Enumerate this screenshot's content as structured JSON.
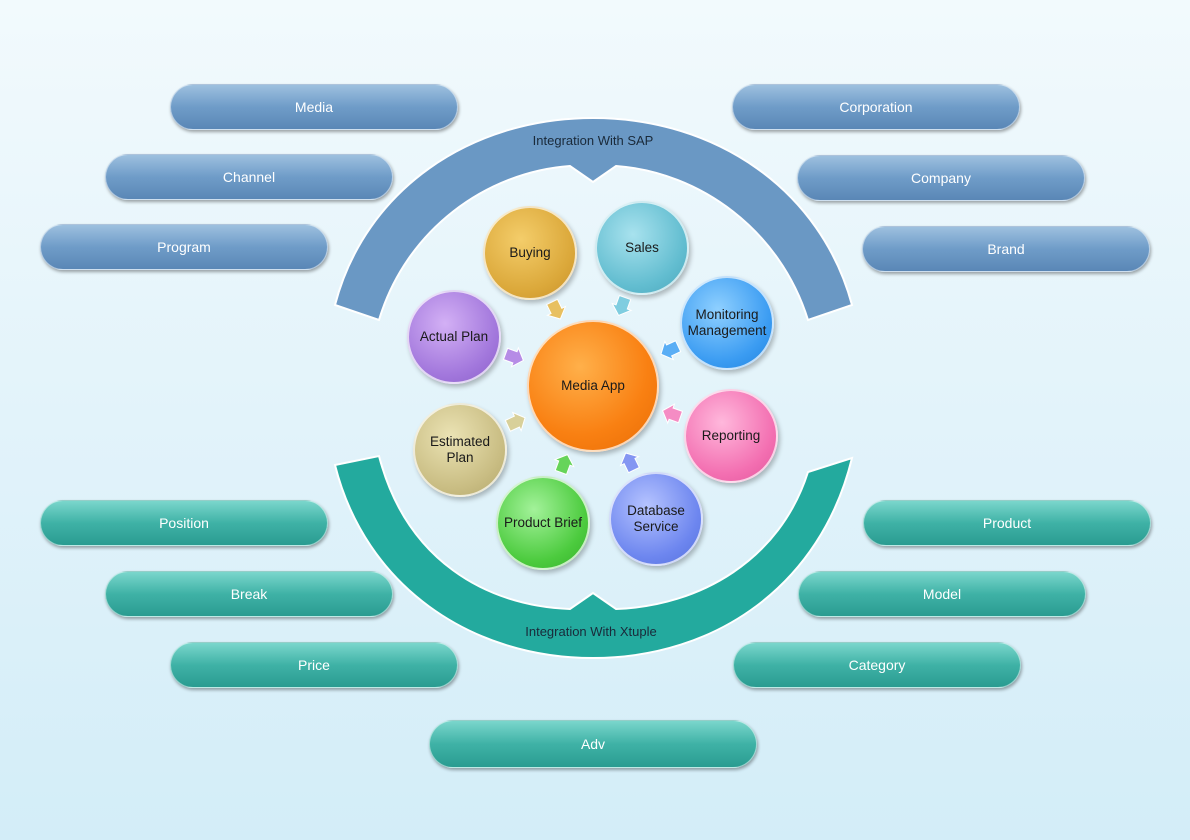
{
  "arcs": {
    "top_label": "Integration With SAP",
    "bottom_label": "Integration With Xtuple"
  },
  "left_top_pills": [
    "Media",
    "Channel",
    "Program"
  ],
  "right_top_pills": [
    "Corporation",
    "Company",
    "Brand"
  ],
  "left_bottom_pills": [
    "Position",
    "Break",
    "Price"
  ],
  "right_bottom_pills": [
    "Product",
    "Model",
    "Category"
  ],
  "bottom_pill": "Adv",
  "center": "Media App",
  "nodes": [
    "Buying",
    "Sales",
    "Monitoring Management",
    "Actual Plan",
    "Reporting",
    "Estimated Plan",
    "Product Brief",
    "Database Service"
  ],
  "colors": {
    "sap": "#6a98c4",
    "xtuple": "#23aa9e",
    "center": "#fb8a1c"
  }
}
